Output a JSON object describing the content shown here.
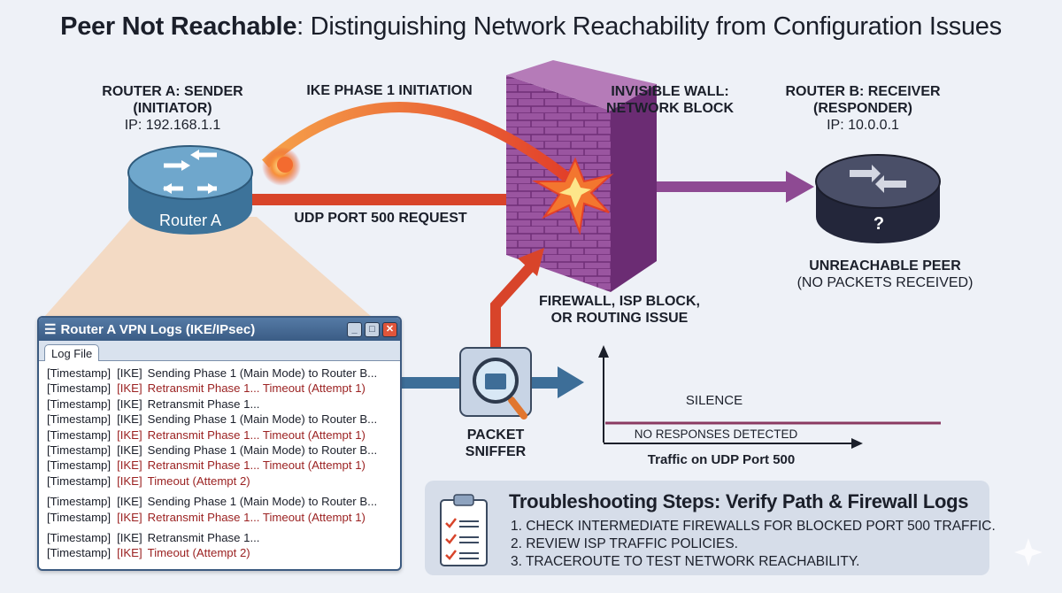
{
  "title": {
    "bold": "Peer Not Reachable",
    "rest": ": Distinguishing Network Reachability from Configuration Issues"
  },
  "router_a": {
    "line1": "ROUTER A: SENDER",
    "line2": "(INITIATOR)",
    "ip": "IP: 192.168.1.1",
    "device_label": "Router A"
  },
  "router_b": {
    "line1": "ROUTER B: RECEIVER",
    "line2": "(RESPONDER)",
    "ip": "IP: 10.0.0.1",
    "device_label": "?",
    "status1": "UNREACHABLE PEER",
    "status2": "(NO PACKETS RECEIVED)"
  },
  "arrows": {
    "ike": "IKE PHASE 1 INITIATION",
    "udp": "UDP PORT 500 REQUEST"
  },
  "wall": {
    "line1": "INVISIBLE WALL:",
    "line2": "NETWORK BLOCK",
    "cause1": "FIREWALL, ISP BLOCK,",
    "cause2": "OR ROUTING ISSUE"
  },
  "sniffer": {
    "line1": "PACKET",
    "line2": "SNIFFER"
  },
  "traffic_plot": {
    "upper": "SILENCE",
    "lower": "NO RESPONSES DETECTED",
    "xlabel": "Traffic on UDP Port 500"
  },
  "log_window": {
    "title": "Router A VPN Logs (IKE/IPsec)",
    "tab": "Log File",
    "rows": [
      {
        "ts": "[Timestamp]",
        "tag": "[IKE]",
        "msg": "Sending Phase 1 (Main Mode) to Router B...",
        "error": false
      },
      {
        "ts": "[Timestamp]",
        "tag": "[IKE]",
        "msg": "Retransmit Phase 1... Timeout (Attempt 1)",
        "error": true
      },
      {
        "ts": "[Timestamp]",
        "tag": "[IKE]",
        "msg": "Retransmit Phase 1...",
        "error": false
      },
      {
        "ts": "[Timestamp]",
        "tag": "[IKE]",
        "msg": "Sending Phase 1 (Main Mode) to Router B...",
        "error": false
      },
      {
        "ts": "[Timestamp]",
        "tag": "[IKE]",
        "msg": "Retransmit Phase 1... Timeout (Attempt 1)",
        "error": true
      },
      {
        "ts": "[Timestamp]",
        "tag": "[IKE]",
        "msg": "Sending Phase 1 (Main Mode) to Router B...",
        "error": false
      },
      {
        "ts": "[Timestamp]",
        "tag": "[IKE]",
        "msg": "Retransmit Phase 1... Timeout (Attempt 1)",
        "error": true
      },
      {
        "ts": "[Timestamp]",
        "tag": "[IKE]",
        "msg": "Timeout (Attempt 2)",
        "error": true
      },
      {
        "ts": "[Timestamp]",
        "tag": "[IKE]",
        "msg": "Sending Phase 1 (Main Mode) to Router B...",
        "error": false
      },
      {
        "ts": "[Timestamp]",
        "tag": "[IKE]",
        "msg": "Retransmit Phase 1... Timeout (Attempt 1)",
        "error": true
      },
      {
        "ts": "[Timestamp]",
        "tag": "[IKE]",
        "msg": "Retransmit Phase 1...",
        "error": false
      },
      {
        "ts": "[Timestamp]",
        "tag": "[IKE]",
        "msg": "Timeout (Attempt 2)",
        "error": true
      }
    ]
  },
  "troubleshooting": {
    "title": "Troubleshooting Steps: Verify Path & Firewall Logs",
    "steps": [
      "1. CHECK INTERMEDIATE FIREWALLS FOR BLOCKED PORT 500 TRAFFIC.",
      "2. REVIEW ISP TRAFFIC POLICIES.",
      "3. TRACEROUTE TO TEST NETWORK REACHABILITY."
    ]
  },
  "colors": {
    "background": "#eef1f7",
    "wall": "#8e4a93",
    "request_arrow": "#d8442a",
    "log_error": "#9b2222",
    "router_a": "#4d86ac",
    "router_b": "#2d3145"
  }
}
